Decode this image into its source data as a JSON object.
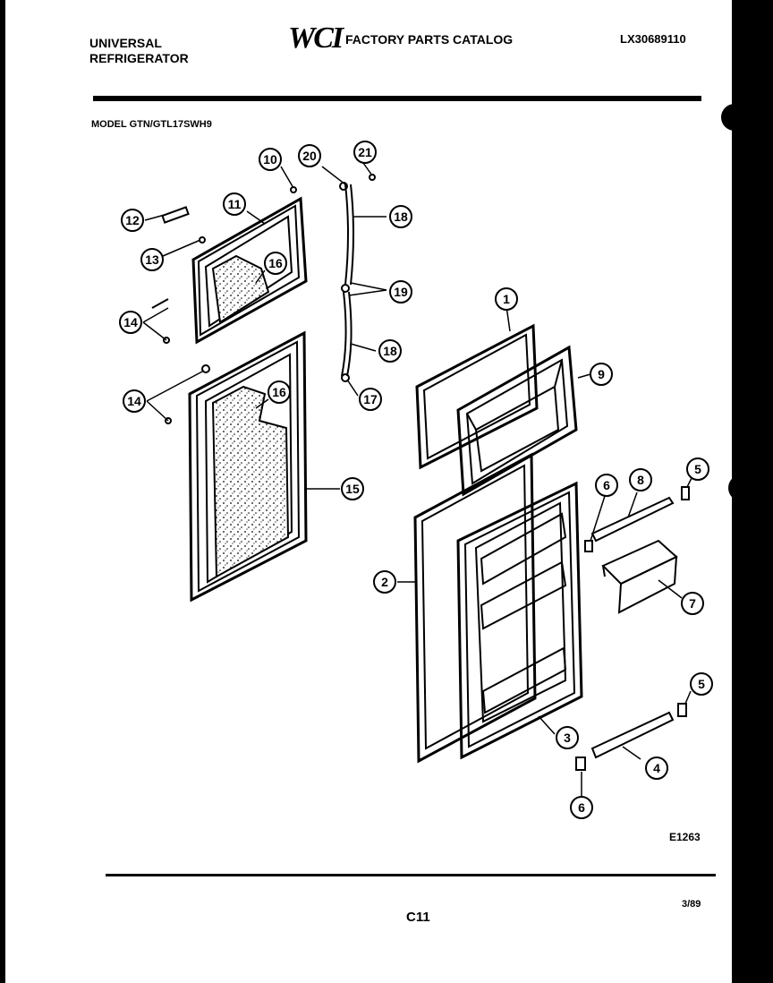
{
  "header": {
    "brand_line1": "UNIVERSAL",
    "brand_line2": "REFRIGERATOR",
    "logo": "WCI",
    "catalog_title": "FACTORY PARTS CATALOG",
    "document_number": "LX30689110"
  },
  "model": "MODEL GTN/GTL17SWH9",
  "diagram_id": "E1263",
  "page_number": "C11",
  "date": "3/89",
  "callouts": [
    "1",
    "2",
    "3",
    "4",
    "5",
    "5",
    "6",
    "6",
    "7",
    "8",
    "9",
    "10",
    "11",
    "12",
    "13",
    "14",
    "14",
    "15",
    "16",
    "16",
    "17",
    "18",
    "18",
    "19",
    "20",
    "21"
  ]
}
